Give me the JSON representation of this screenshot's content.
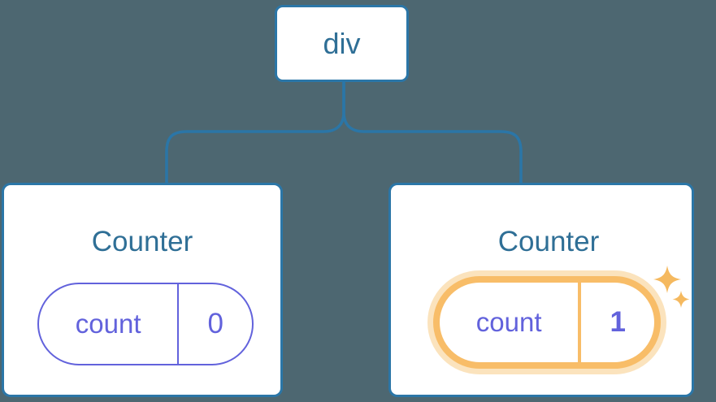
{
  "diagram": {
    "description": "React component tree diagram: a div root with two Counter children holding count state",
    "root": {
      "label": "div"
    },
    "children": [
      {
        "title": "Counter",
        "state": {
          "key": "count",
          "value": "0"
        },
        "highlighted": false
      },
      {
        "title": "Counter",
        "state": {
          "key": "count",
          "value": "1"
        },
        "highlighted": true
      }
    ],
    "icons": {
      "sparkles": "two four-pointed sparkle stars marking updated state"
    }
  },
  "colors": {
    "background": "#4d6771",
    "card_bg": "#ffffff",
    "node_border": "#2b76a7",
    "node_text": "#2f6f96",
    "state_purple": "#6262dc",
    "highlight_orange": "#f8bd68",
    "highlight_halo": "#fbe3bd",
    "sparkle": "#f5b95f"
  }
}
